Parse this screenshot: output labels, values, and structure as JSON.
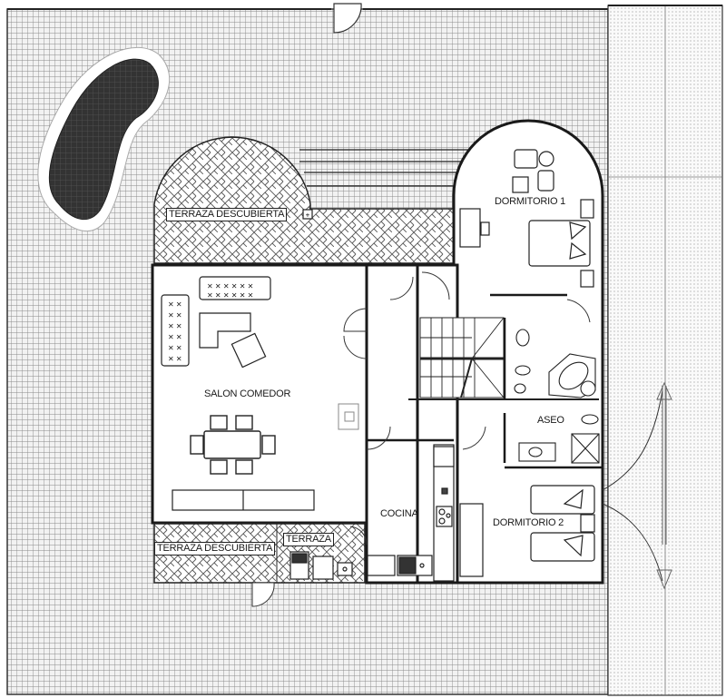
{
  "plan": {
    "type": "architectural floor plan",
    "colors": {
      "wall": "#1a1a1a",
      "garden_grid": "#8a8a8a",
      "pool_fill": "#3a3a3a",
      "herringbone": "#5a5a5a",
      "driveway_dots": "#9a9a9a",
      "background": "#ffffff"
    },
    "rooms": {
      "salon": "SALON COMEDOR",
      "dorm1": "DORMITORIO 1",
      "dorm2": "DORMITORIO 2",
      "aseo": "ASEO",
      "cocina": "COCINA",
      "terraza_top": "TERRAZA DESCUBIERTA",
      "terraza_bottom": "TERRAZA DESCUBIERTA",
      "terraza_small": "TERRAZA"
    },
    "features": [
      "swimming-pool",
      "staircase",
      "bathtub",
      "shower",
      "dining-table",
      "sofa",
      "beds",
      "kitchen-counter",
      "driveway-gate"
    ]
  }
}
